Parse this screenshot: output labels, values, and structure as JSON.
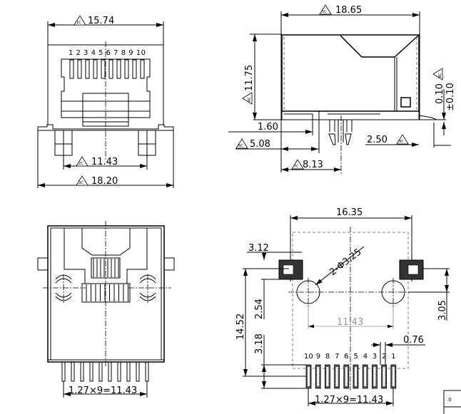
{
  "front_view": {
    "width_dim": "15.74",
    "width_tag": "1C",
    "pin_numbers": "1 2 3 4 5 6 7 8 9 10",
    "post_spacing_dim": "11.43",
    "post_tag": "2C",
    "flange_dim": "18.20",
    "flange_tag": "3C"
  },
  "side_view": {
    "length_dim": "18.65",
    "length_tag": "5C",
    "height_dim": "11.75",
    "height_tag": "4C",
    "dim_a": "1.60",
    "dim_b": "5.08",
    "dim_b_tag": "6C",
    "dim_c": "8.13",
    "dim_c_tag": "7C",
    "dim_d": "2.50",
    "dim_d_tag": "9C",
    "standoff": "0.10",
    "standoff_tol": "±0.10",
    "standoff_tag": "8C"
  },
  "rear_view": {
    "pitch_dim": "1.27×9=11.43"
  },
  "footprint": {
    "pad_span": "16.35",
    "pad_size": "3.12",
    "hole_label": "2-Φ3.25",
    "hole_spacing": "11.43",
    "total_height": "14.52",
    "hole_offset": "2.54",
    "row_offset": "3.18",
    "pad_to_hole": "3.05",
    "pin_width": "0.76",
    "pin_numbers": [
      "10",
      "9",
      "8",
      "7",
      "6",
      "5",
      "4",
      "3",
      "2",
      "1"
    ],
    "pitch_dim": "1.27×9=11.43"
  },
  "title_block": {
    "fragment": ".0"
  }
}
